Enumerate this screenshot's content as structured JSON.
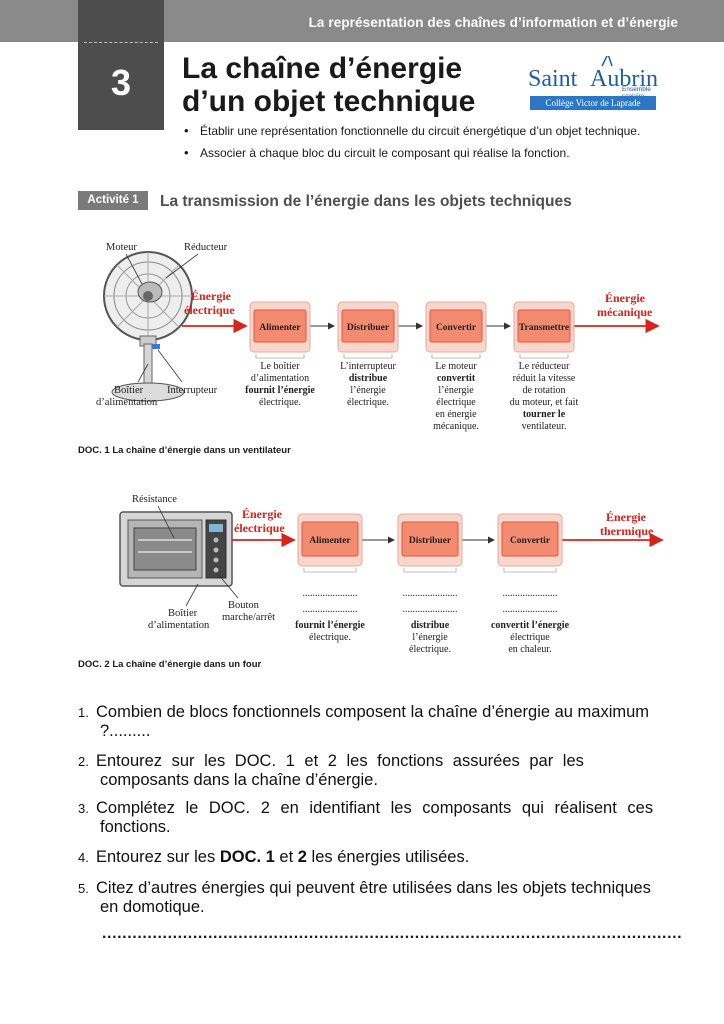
{
  "header": {
    "banner": "La représentation des chaînes d’information et d’énergie",
    "chapter_number": "3"
  },
  "title": {
    "line1": "La chaîne d’énergie",
    "line2": "d’un objet technique"
  },
  "logo": {
    "saint": "Saint",
    "aubrin": "Aubrin",
    "subtitle": "Ensemble scolaire",
    "college": "Collège Victor de Laprade"
  },
  "objectives": [
    "Établir une représentation fonctionnelle du circuit énergétique d’un objet technique.",
    "Associer à chaque bloc du circuit le composant qui réalise la fonction."
  ],
  "activity": {
    "badge": "Activité 1",
    "title": "La transmission de l’énergie dans les objets techniques"
  },
  "doc1": {
    "label_moteur": "Moteur",
    "label_reducteur": "Réducteur",
    "label_boitier": [
      "Boîtier",
      "d’alimentation"
    ],
    "label_interrupteur": "Interrupteur",
    "input_energy": [
      "Énergie",
      "électrique"
    ],
    "output_energy": [
      "Énergie",
      "mécanique"
    ],
    "blocks": [
      "Alimenter",
      "Distribuer",
      "Convertir",
      "Transmettre"
    ],
    "desc": [
      [
        "Le boîtier",
        "d’alimentation",
        "fournit l’énergie",
        "électrique."
      ],
      [
        "L’interrupteur",
        "distribue",
        "l’énergie",
        "électrique."
      ],
      [
        "Le moteur",
        "convertit",
        "l’énergie",
        "électrique",
        "en énergie",
        "mécanique."
      ],
      [
        "Le réducteur",
        "réduit la vitesse",
        "de rotation",
        "du moteur, et fait",
        "tourner le",
        "ventilateur."
      ]
    ],
    "caption_prefix": "DOC. 1",
    "caption": "La chaîne d’énergie dans un ventilateur"
  },
  "doc2": {
    "label_resistance": "Résistance",
    "label_boitier": [
      "Boîtier",
      "d’alimentation"
    ],
    "label_bouton": [
      "Bouton",
      "marche/arrêt"
    ],
    "input_energy": [
      "Énergie",
      "électrique"
    ],
    "output_energy": [
      "Énergie",
      "thermique"
    ],
    "blocks": [
      "Alimenter",
      "Distribuer",
      "Convertir"
    ],
    "dots": "......................",
    "desc": [
      [
        "fournit l’énergie",
        "électrique."
      ],
      [
        "distribue",
        "l’énergie",
        "électrique."
      ],
      [
        "convertit l’énergie",
        "électrique",
        "en chaleur."
      ]
    ],
    "caption_prefix": "DOC. 2",
    "caption": "La chaîne d’énergie dans un four"
  },
  "questions": [
    {
      "num": "1.",
      "line1": "Combien de blocs fonctionnels composent la chaîne d’énergie au maximum",
      "line2": "?........."
    },
    {
      "num": "2.",
      "line1": "Entourez sur les DOC. 1 et 2 les fonctions assurées par les",
      "line2": "composants dans la chaîne d’énergie."
    },
    {
      "num": "3.",
      "line1": "Complétez le DOC. 2 en identifiant les composants qui réalisent ces",
      "line2": "fonctions."
    },
    {
      "num": "4.",
      "pre": "Entourez sur les ",
      "b1": "DOC. 1",
      "mid": " et ",
      "b2": "2",
      "post": " les énergies utilisées."
    },
    {
      "num": "5.",
      "line1": "Citez d’autres énergies qui peuvent être utilisées dans les objets techniques",
      "line2": "en domotique."
    }
  ],
  "answer_dots": "......................................................................................................................",
  "colors": {
    "block_fill": "#f28b70",
    "block_border": "#e2563b",
    "energy_red": "#d7231d",
    "header_gray": "#8a8a8a",
    "dark_gray": "#4d4d4d",
    "logo_blue": "#1d5ea8"
  }
}
